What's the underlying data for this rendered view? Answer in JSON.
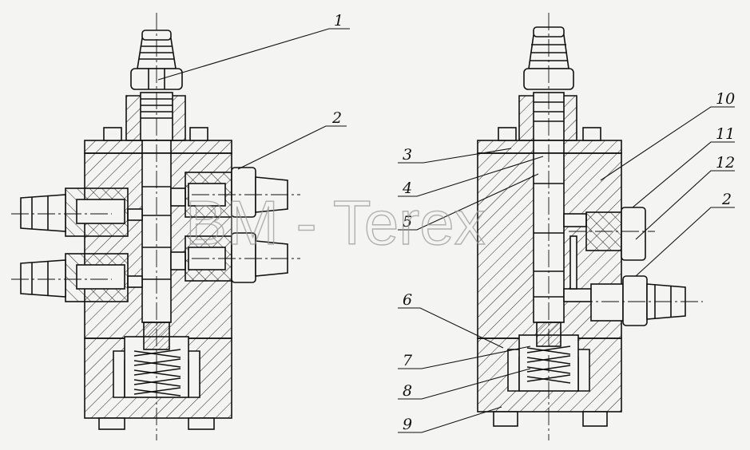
{
  "watermark": "BM - Terex",
  "callouts": {
    "c1": "1",
    "c2_left": "2",
    "c2_right": "2",
    "c3": "3",
    "c4": "4",
    "c5": "5",
    "c6": "6",
    "c7": "7",
    "c8": "8",
    "c9": "9",
    "c10": "10",
    "c11": "11",
    "c12": "12"
  },
  "colors": {
    "line": "#111111",
    "paper": "#f4f4f2"
  }
}
